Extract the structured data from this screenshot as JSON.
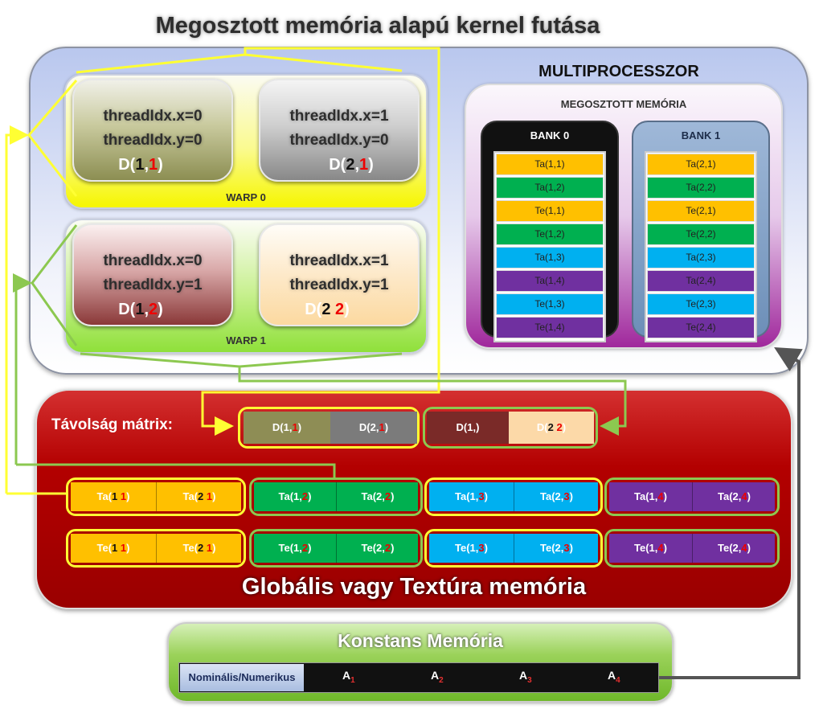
{
  "title": "Megosztott memória alapú kernel futása",
  "multiprocessor": {
    "label": "MULTIPROCESSZOR",
    "warps": [
      {
        "label": "WARP 0"
      },
      {
        "label": "WARP 1"
      }
    ],
    "threads": [
      {
        "x_line": "threadIdx.x=0",
        "y_line": "threadIdx.y=0",
        "d_prefix": "D(",
        "d_a": "1",
        "d_sep": ",",
        "d_b": "1",
        "d_suffix": ")"
      },
      {
        "x_line": "threadIdx.x=1",
        "y_line": "threadIdx.y=0",
        "d_prefix": "D(",
        "d_a": "2",
        "d_sep": ",",
        "d_b": "1",
        "d_suffix": ")"
      },
      {
        "x_line": "threadIdx.x=0",
        "y_line": "threadIdx.y=1",
        "d_prefix": "D(",
        "d_a": "1",
        "d_sep": ",",
        "d_b": "2",
        "d_suffix": ")"
      },
      {
        "x_line": "threadIdx.x=1",
        "y_line": "threadIdx.y=1",
        "d_prefix": "D(",
        "d_a": "2",
        "d_sep": " ",
        "d_b": "2",
        "d_suffix": ")"
      }
    ],
    "shared_memory": {
      "label": "MEGOSZTOTT MEMÓRIA",
      "banks": [
        {
          "label": "BANK 0",
          "cells": [
            "Ta(1,1)",
            "Ta(1,2)",
            "Te(1,1)",
            "Te(1,2)",
            "Ta(1,3)",
            "Ta(1,4)",
            "Te(1,3)",
            "Te(1,4)"
          ]
        },
        {
          "label": "BANK 1",
          "cells": [
            "Ta(2,1)",
            "Ta(2,2)",
            "Te(2,1)",
            "Te(2,2)",
            "Ta(2,3)",
            "Ta(2,4)",
            "Te(2,3)",
            "Te(2,4)"
          ]
        }
      ],
      "cell_colors": [
        "#ffc000",
        "#00b050",
        "#ffc000",
        "#00b050",
        "#00b0f0",
        "#7030a0",
        "#00b0f0",
        "#7030a0"
      ]
    }
  },
  "global_memory": {
    "label": "Globális vagy Textúra memória",
    "distance_label": "Távolság mátrix:",
    "distance": [
      {
        "pre": "D(",
        "a": "1",
        "sep": ",",
        "b": "1",
        "post": ")",
        "color": "#8e8d55"
      },
      {
        "pre": "D(",
        "a": "2",
        "sep": ",",
        "b": "1",
        "post": ")",
        "color": "#7b7b7b"
      },
      {
        "pre": "D(",
        "a": "1",
        "sep": ",",
        "b": "",
        "post": ")",
        "color": "#7a2a28"
      },
      {
        "pre": "D(",
        "a": "2",
        "sep": " ",
        "b": "2",
        "post": ")",
        "color": "#fcd9a8"
      }
    ],
    "ta_row": [
      {
        "pre": "Ta(",
        "a": "1",
        "sep": " ",
        "b": "1",
        "post": ")"
      },
      {
        "pre": "Ta(",
        "a": "2",
        "sep": " ",
        "b": "1",
        "post": ")"
      },
      {
        "pre": "Ta(",
        "a": "1",
        "sep": ",",
        "b": "2",
        "post": ")"
      },
      {
        "pre": "Ta(",
        "a": "2",
        "sep": ",",
        "b": "2",
        "post": ")"
      },
      {
        "pre": "Ta(",
        "a": "1",
        "sep": ",",
        "b": "3",
        "post": ")"
      },
      {
        "pre": "Ta(",
        "a": "2",
        "sep": ",",
        "b": "3",
        "post": ")"
      },
      {
        "pre": "Ta(",
        "a": "1",
        "sep": ",",
        "b": "4",
        "post": ")"
      },
      {
        "pre": "Ta(",
        "a": "2",
        "sep": ",",
        "b": "4",
        "post": ")"
      }
    ],
    "te_row": [
      {
        "pre": "Te(",
        "a": "1",
        "sep": " ",
        "b": "1",
        "post": ")"
      },
      {
        "pre": "Te(",
        "a": "2",
        "sep": " ",
        "b": "1",
        "post": ")"
      },
      {
        "pre": "Te(",
        "a": "1",
        "sep": ",",
        "b": "2",
        "post": ")"
      },
      {
        "pre": "Te(",
        "a": "2",
        "sep": ",",
        "b": "2",
        "post": ")"
      },
      {
        "pre": "Te(",
        "a": "1",
        "sep": ",",
        "b": "3",
        "post": ")"
      },
      {
        "pre": "Te(",
        "a": "2",
        "sep": ",",
        "b": "3",
        "post": ")"
      },
      {
        "pre": "Te(",
        "a": "1",
        "sep": ",",
        "b": "4",
        "post": ")"
      },
      {
        "pre": "Te(",
        "a": "2",
        "sep": ",",
        "b": "4",
        "post": ")"
      }
    ],
    "group_colors": [
      "#ffc000",
      "#00b050",
      "#00b0f0",
      "#7030a0"
    ]
  },
  "constant_memory": {
    "label": "Konstans Memória",
    "nominal": "Nominális/Numerikus",
    "items": [
      {
        "base": "A",
        "sub": "1"
      },
      {
        "base": "A",
        "sub": "2"
      },
      {
        "base": "A",
        "sub": "3"
      },
      {
        "base": "A",
        "sub": "4"
      }
    ]
  }
}
